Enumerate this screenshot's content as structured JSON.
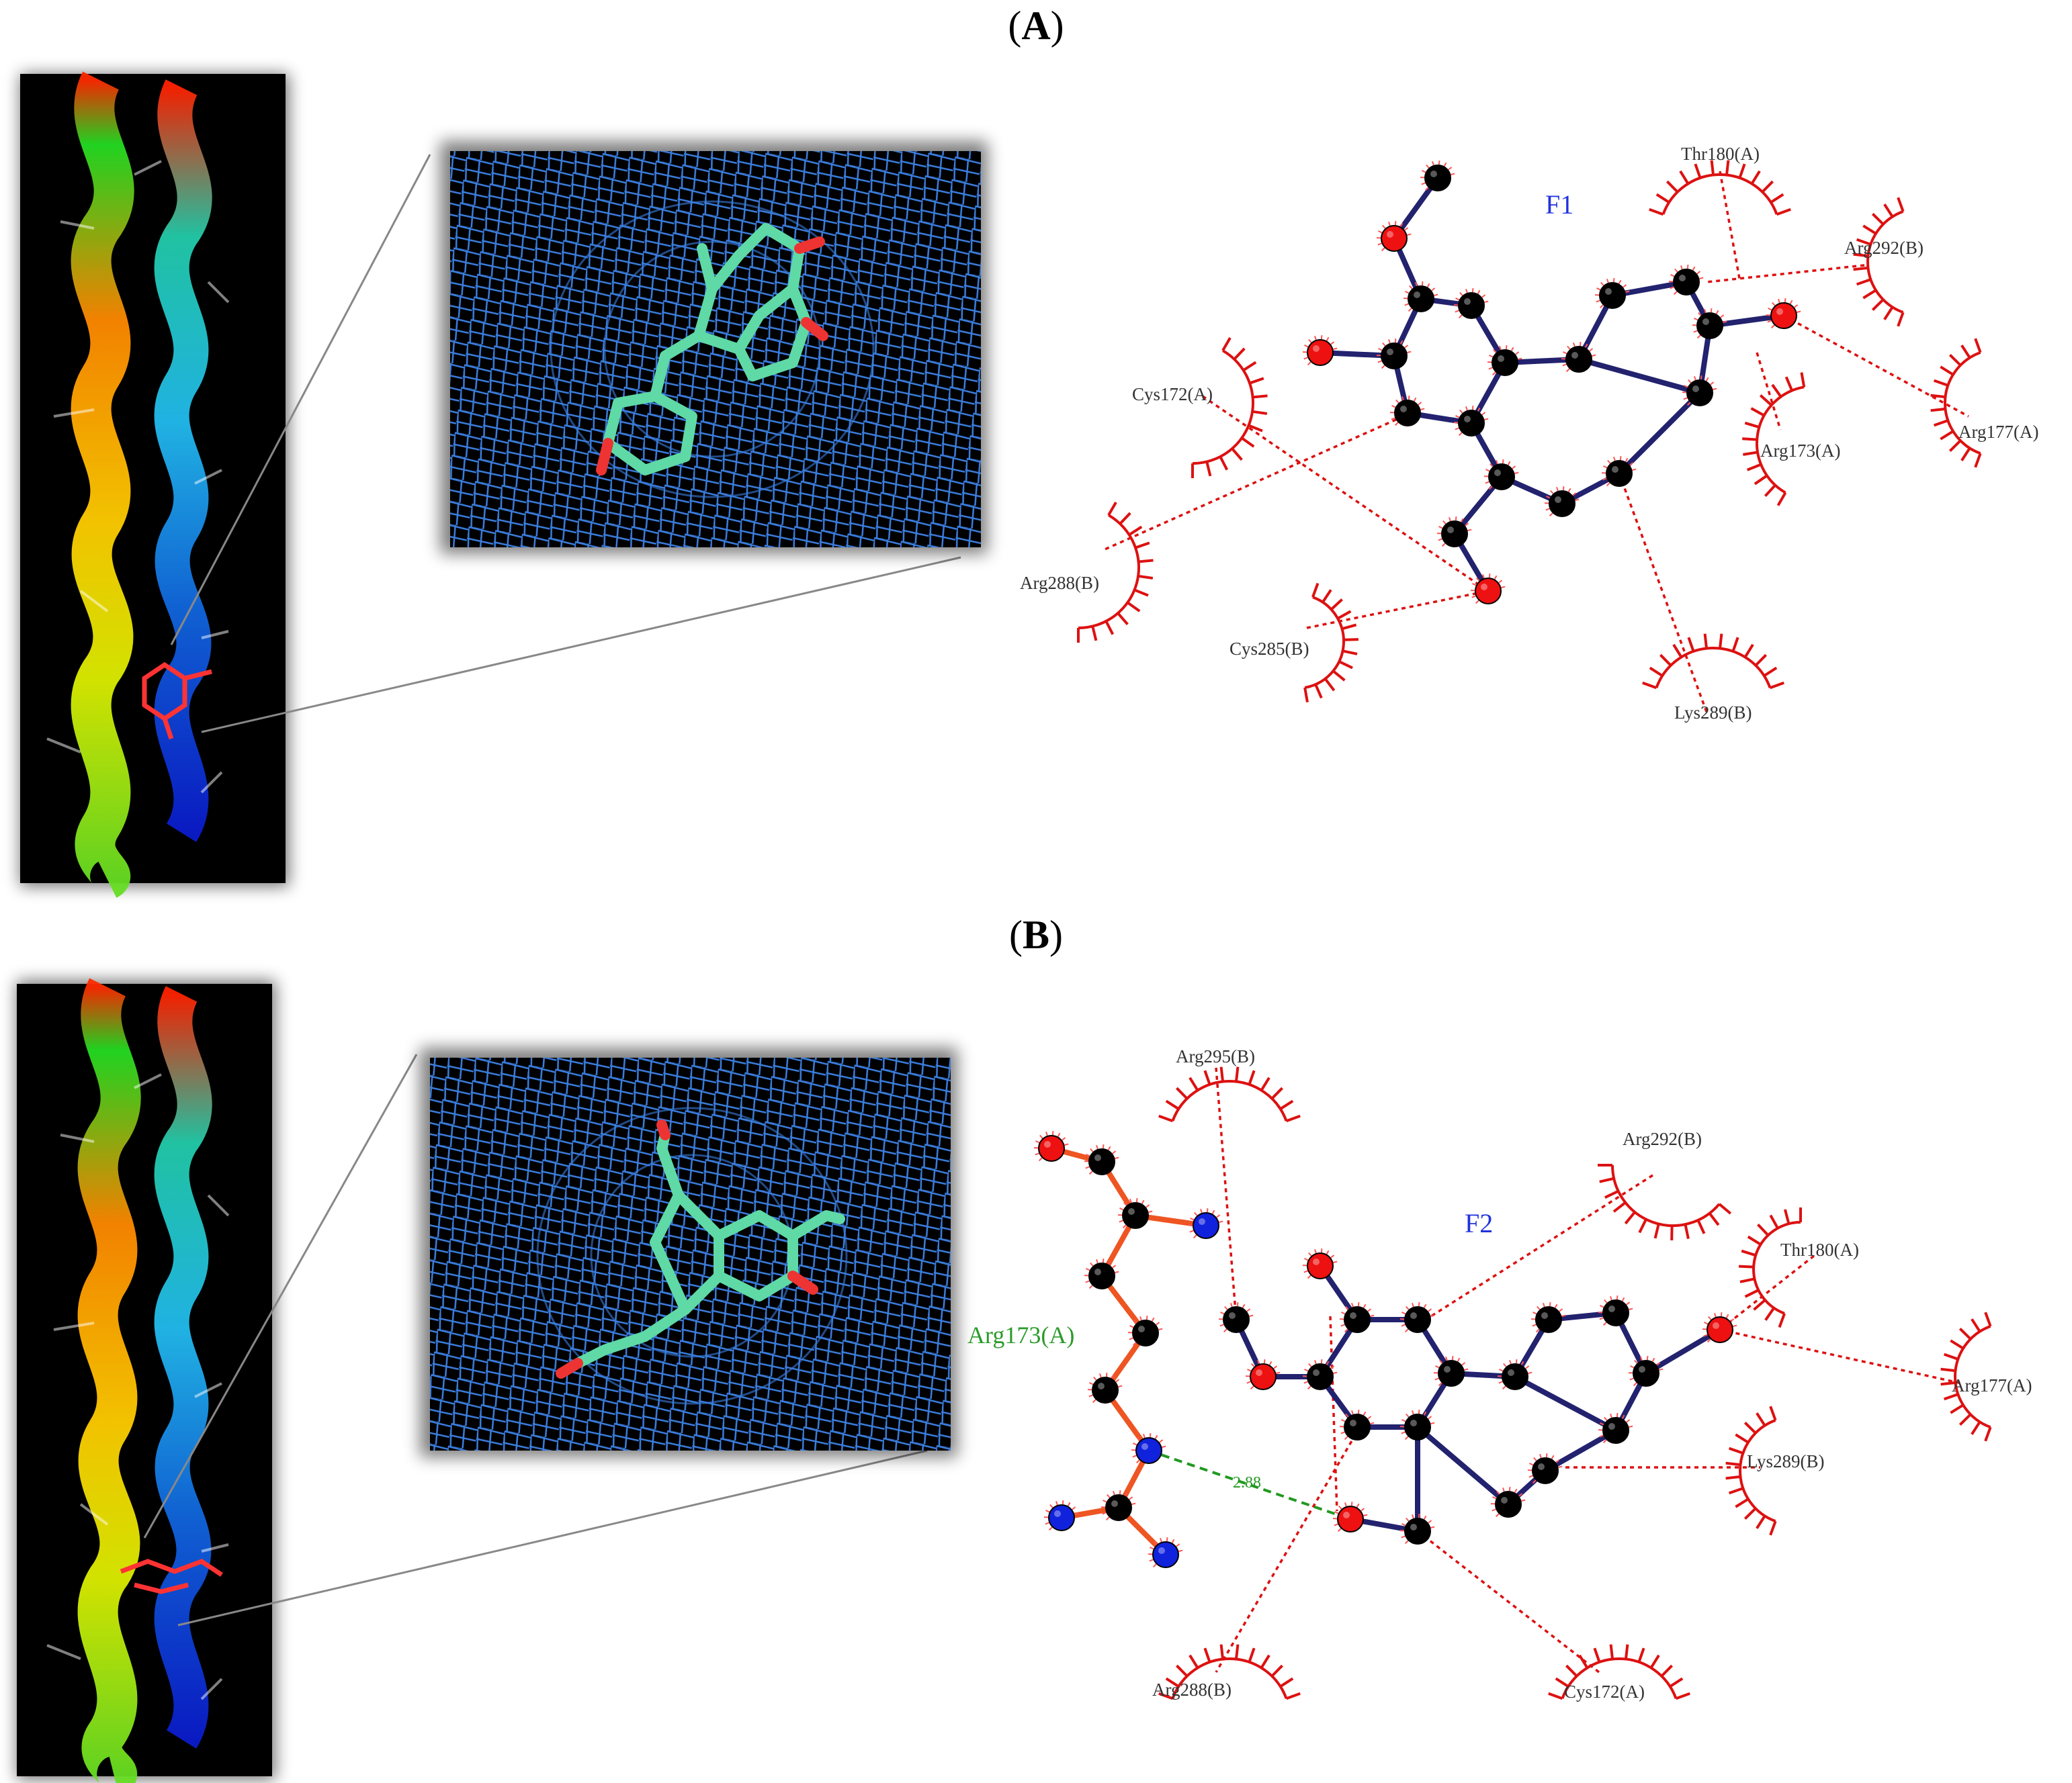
{
  "panels": [
    {
      "id": "A",
      "label_open": "(",
      "label_letter": "A",
      "label_close": ")",
      "ligand": "F1",
      "residues": [
        "Thr180(A)",
        "Arg292(B)",
        "Arg177(A)",
        "Arg173(A)",
        "Cys172(A)",
        "Arg288(B)",
        "Cys285(B)",
        "Lys289(B)"
      ]
    },
    {
      "id": "B",
      "label_open": "(",
      "label_letter": "B",
      "label_close": ")",
      "ligand": "F2",
      "hbond_residue": "Arg173(A)",
      "hbond_distance": "2.88",
      "residues": [
        "Arg295(B)",
        "Arg292(B)",
        "Thr180(A)",
        "Arg177(A)",
        "Lys289(B)",
        "Cys172(A)",
        "Arg288(B)"
      ]
    }
  ],
  "colors": {
    "atom_carbon": "#000000",
    "atom_oxygen": "#ee1111",
    "atom_nitrogen": "#1122dd",
    "ligand_bond": "#22226e",
    "residue_bond": "#ee5522",
    "contact_line": "#dd1111",
    "hbond_line": "#229922",
    "mesh": "#3b7ddd",
    "stick": "#5fd9a6"
  }
}
